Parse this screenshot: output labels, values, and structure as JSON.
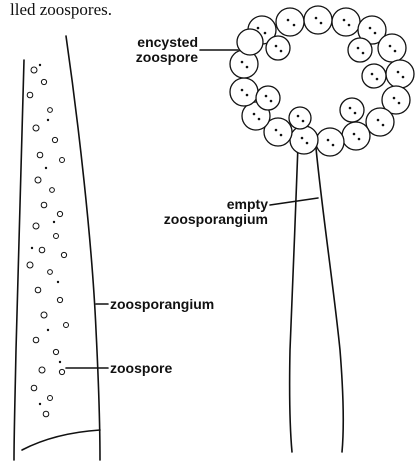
{
  "caption_fragment": "lled  zoospores.",
  "labels": {
    "encysted_zoospore": [
      "encysted",
      "zoospore"
    ],
    "empty_zoosporangium": [
      "empty",
      "zoosporangium"
    ],
    "zoosporangium": "zoosporangium",
    "zoospore": "zoospore"
  }
}
